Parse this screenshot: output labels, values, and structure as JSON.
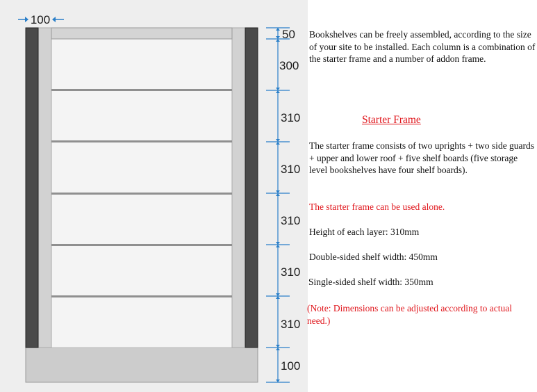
{
  "diagram": {
    "width_label": "100",
    "layer_labels": [
      "50",
      "300",
      "310",
      "310",
      "310",
      "310",
      "310",
      "100"
    ]
  },
  "text": {
    "intro": "Bookshelves can be freely assembled, according to the size of your site to be installed. Each column is a combination of the starter frame and a number of addon frame.",
    "heading": "Starter Frame",
    "composition": "The starter frame consists of two uprights + two side guards + upper and lower roof + five shelf boards (five storage level bookshelves have four shelf boards).",
    "alone": "The starter frame can be used alone.",
    "layer_height": "Height of each layer: 310mm",
    "double_width": "Double-sided shelf width: 450mm",
    "single_width": "Single-sided shelf width: 350mm",
    "note": "(Note: Dimensions can be adjusted according to actual need.)"
  }
}
